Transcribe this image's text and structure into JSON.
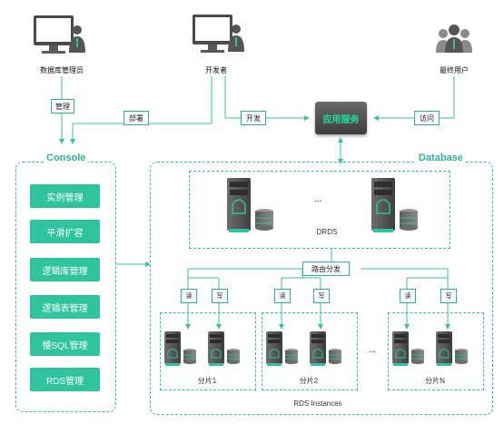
{
  "actors": {
    "dba": "数据库管理员",
    "developer": "开发者",
    "end_user": "最终用户"
  },
  "flows": {
    "manage": "管理",
    "deploy": "部署",
    "develop": "开发",
    "access": "访问"
  },
  "app_service": "应用服务",
  "console": {
    "title": "Console",
    "items": [
      "实例管理",
      "平滑扩容",
      "逻辑库管理",
      "逻辑表管理",
      "慢SQL管理",
      "RDS管理"
    ]
  },
  "database": {
    "title": "Database",
    "drds_label": "DRDS",
    "ellipsis": "...",
    "routing": "路由分发",
    "read": "读",
    "write": "写",
    "shards": [
      "分片1",
      "分片2",
      "分片N"
    ],
    "shard_ellipsis": "...",
    "rds_instances": "RDS  Instances"
  },
  "colors": {
    "accent": "#2fc39e",
    "line": "#39c1a2",
    "app_bg": "#4a4a4a",
    "server_dark": "#555555"
  }
}
